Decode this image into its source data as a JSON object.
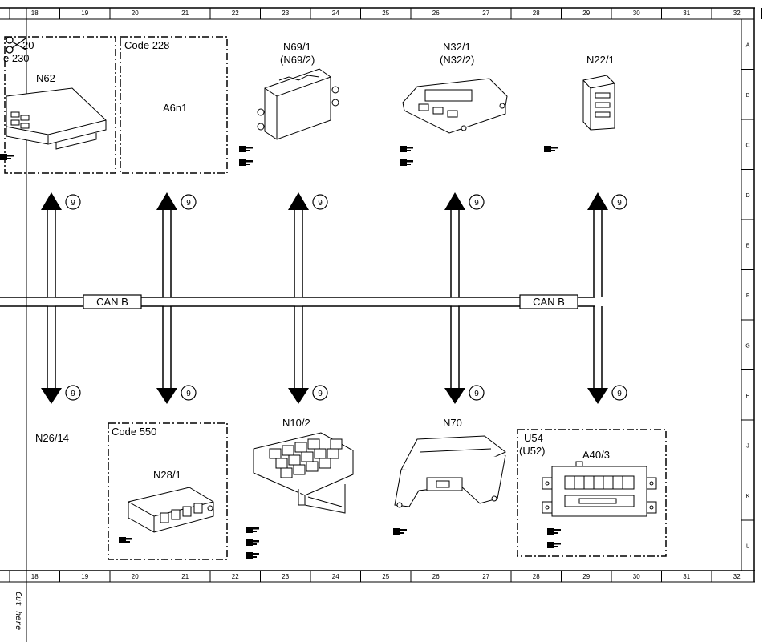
{
  "ruler": {
    "columns": [
      "18",
      "19",
      "20",
      "21",
      "22",
      "23",
      "24",
      "25",
      "26",
      "27",
      "28",
      "29",
      "30",
      "31",
      "32"
    ],
    "rows": [
      "A",
      "B",
      "C",
      "D",
      "E",
      "F",
      "G",
      "H",
      "J",
      "K",
      "L"
    ]
  },
  "bus": {
    "label_left": "CAN B",
    "label_right": "CAN B",
    "arrow_ref": "9"
  },
  "top_components": {
    "partial_code_fragment": "20",
    "partial_code_line2": "e 230",
    "n62": "N62",
    "code228": "Code 228",
    "a6n1": "A6n1",
    "n69_1": "N69/1",
    "n69_2": "(N69/2)",
    "n32_1": "N32/1",
    "n32_2": "(N32/2)",
    "n22_1": "N22/1"
  },
  "bottom_components": {
    "n26_14": "N26/14",
    "code550": "Code 550",
    "n28_1": "N28/1",
    "n10_2": "N10/2",
    "n70": "N70",
    "u54": "U54",
    "u52": "(U52)",
    "a40_3": "A40/3"
  },
  "cut_note": "Cut here",
  "icons": [
    "scissors-icon",
    "reference-hand-icon"
  ]
}
